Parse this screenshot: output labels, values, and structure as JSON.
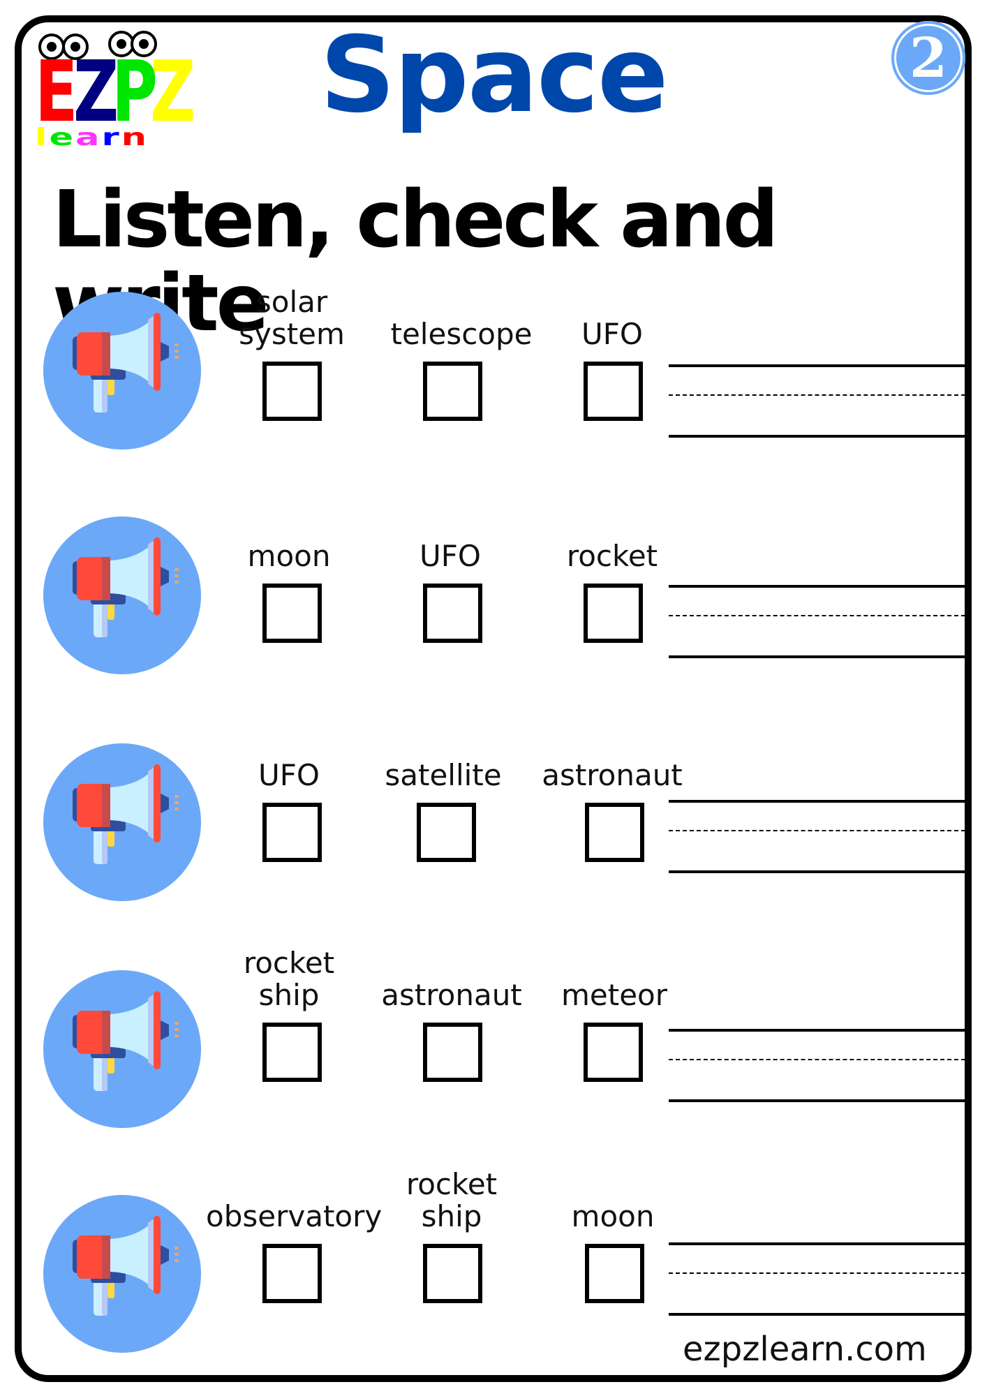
{
  "header": {
    "logo": {
      "letters": [
        {
          "char": "E",
          "color": "#FF0000"
        },
        {
          "char": "Z",
          "color": "#000080"
        },
        {
          "char": "P",
          "color": "#00E600"
        },
        {
          "char": "Z",
          "color": "#FFFF00"
        }
      ],
      "sub": [
        {
          "char": "l",
          "color": "#FFFF00"
        },
        {
          "char": "e",
          "color": "#00E600"
        },
        {
          "char": "a",
          "color": "#FF33FF"
        },
        {
          "char": "r",
          "color": "#0000FF"
        },
        {
          "char": "n",
          "color": "#FF0000"
        }
      ]
    },
    "title": "Space",
    "title_color": "#0047AB",
    "level_badge": "2",
    "badge_color": "#6CA8F8"
  },
  "instructions": "Listen, check and write",
  "rows": [
    {
      "options": [
        {
          "label": [
            "solar",
            "system"
          ]
        },
        {
          "label": [
            "telescope"
          ]
        },
        {
          "label": [
            "UFO"
          ]
        }
      ]
    },
    {
      "options": [
        {
          "label": [
            "moon"
          ]
        },
        {
          "label": [
            "UFO"
          ]
        },
        {
          "label": [
            "rocket"
          ]
        }
      ]
    },
    {
      "options": [
        {
          "label": [
            "UFO"
          ]
        },
        {
          "label": [
            "satellite"
          ]
        },
        {
          "label": [
            "astronaut"
          ]
        }
      ]
    },
    {
      "options": [
        {
          "label": [
            "rocket",
            "ship"
          ]
        },
        {
          "label": [
            "astronaut"
          ]
        },
        {
          "label": [
            "meteor"
          ]
        }
      ]
    },
    {
      "options": [
        {
          "label": [
            "observatory"
          ]
        },
        {
          "label": [
            "rocket",
            "ship"
          ]
        },
        {
          "label": [
            "moon"
          ]
        }
      ]
    }
  ],
  "icons": {
    "row_icon": "megaphone-icon",
    "speaker_bg": "#6CA8F8"
  },
  "footer": {
    "site": "ezpzlearn.com"
  }
}
